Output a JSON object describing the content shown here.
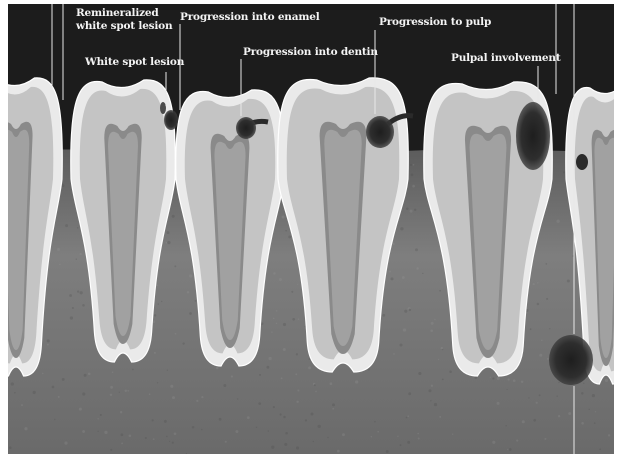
{
  "figure": {
    "labels": {
      "remineralized": [
        "Remineralized",
        "white spot lesion"
      ],
      "white_spot": "White spot lesion",
      "enamel": "Progression into enamel",
      "dentin": "Progression into dentin",
      "pulp": "Progression to pulp",
      "pulpal": "Pulpal involvement"
    },
    "stages": [
      "remineralized-white-spot-lesion",
      "white-spot-lesion",
      "progression-into-enamel",
      "progression-into-dentin",
      "progression-to-pulp",
      "pulpal-involvement"
    ],
    "colors": {
      "background": "#1c1c1c",
      "bone": "#7a7a7a",
      "enamel": "#eaeaea",
      "dentin": "#c4c4c4",
      "pulp": "#8a8a8a",
      "lesion": "#2e2e2e",
      "label_text": "#f4f4f4"
    }
  }
}
